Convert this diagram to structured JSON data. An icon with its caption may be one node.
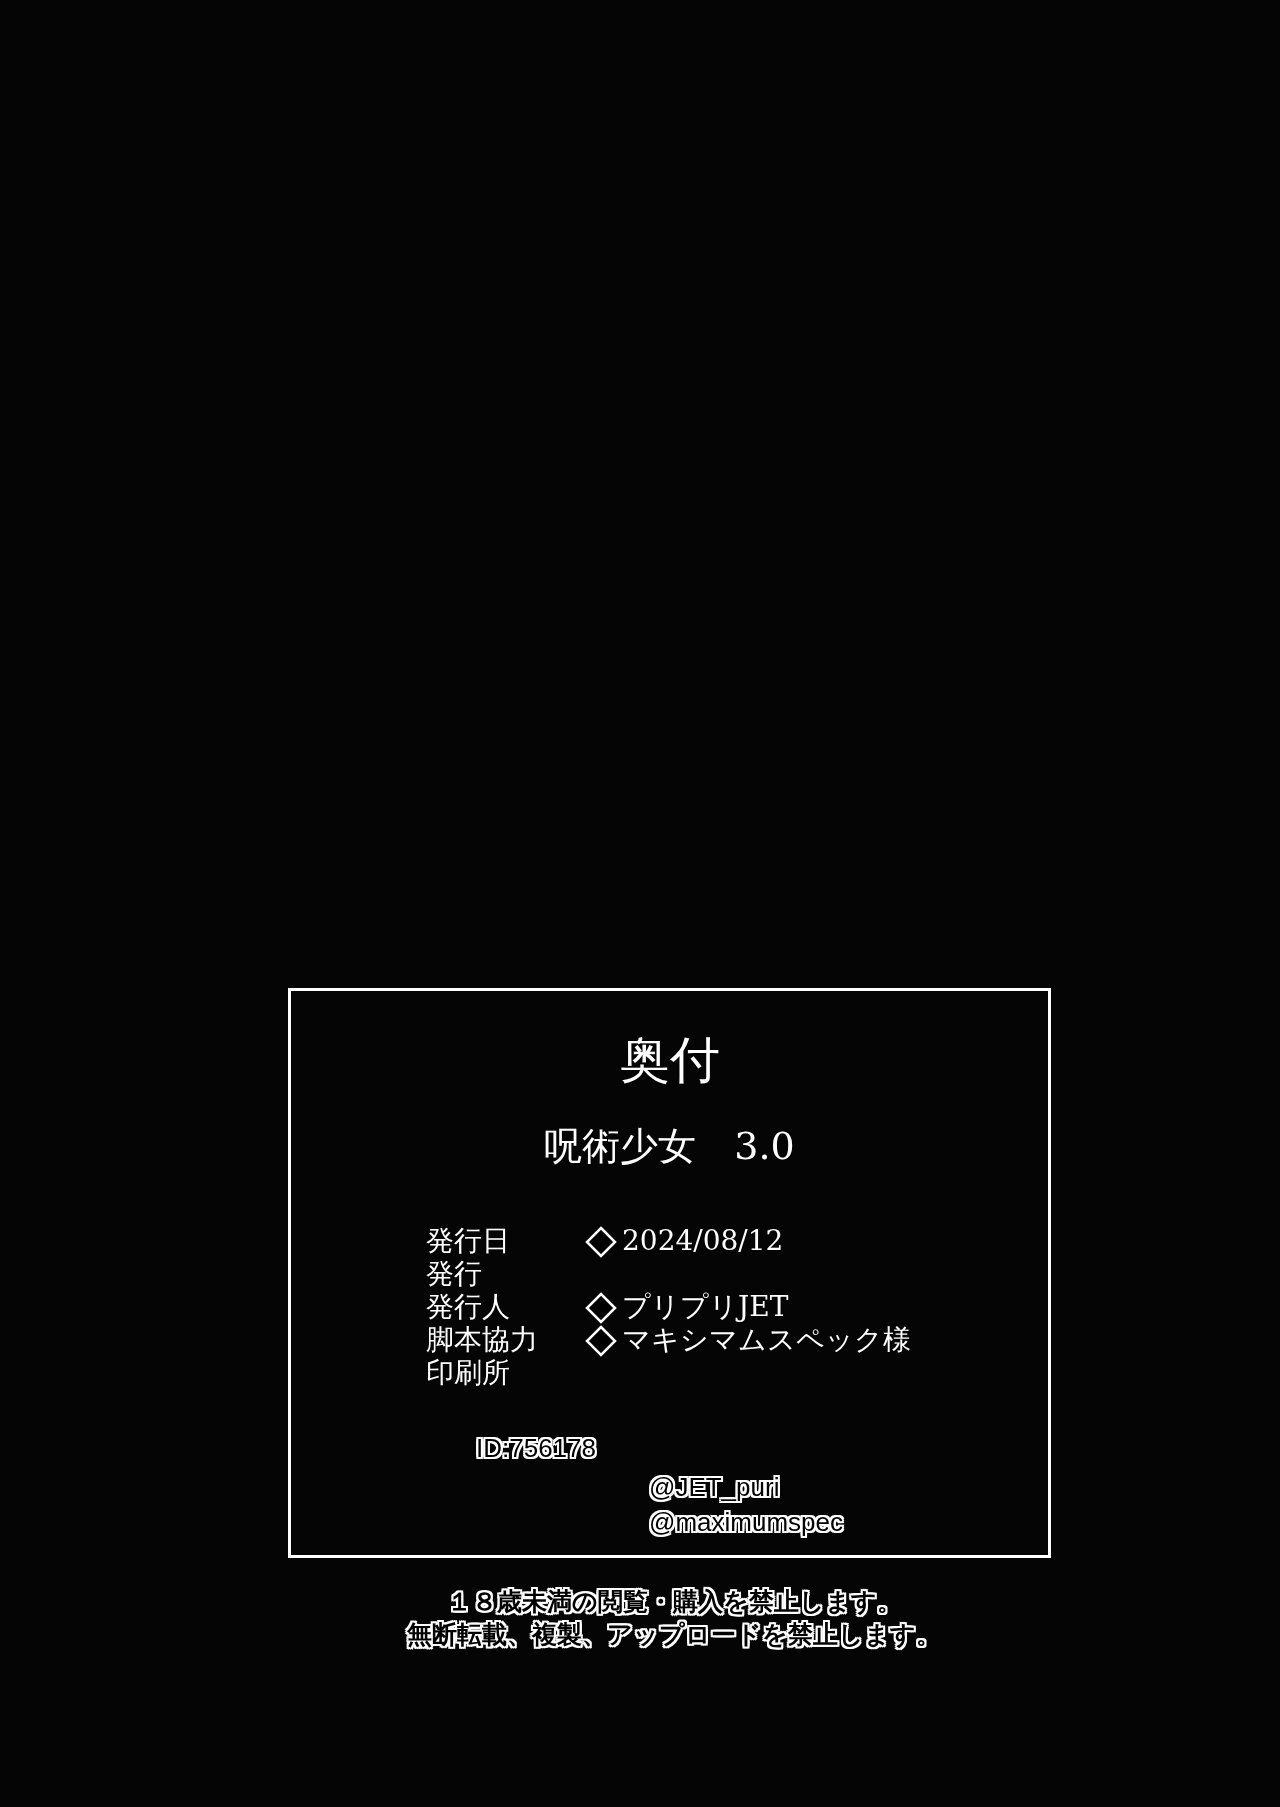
{
  "diagram": {
    "nodes": [
      {
        "text": [
          "奥付",
          "呪術少女　3.0"
        ]
      }
    ],
    "labels": [
      "発行日",
      "2024/08/12",
      "発行",
      "発行人",
      "プリプリJET",
      "脚本協力",
      "マキシマムスペック様",
      "印刷所",
      "ID:756178",
      "@JET_puri",
      "@maximumspec",
      "１８歳未満の閲覧・購入を禁止します。",
      "無断転載、複製、アップロードを禁止します。"
    ]
  }
}
